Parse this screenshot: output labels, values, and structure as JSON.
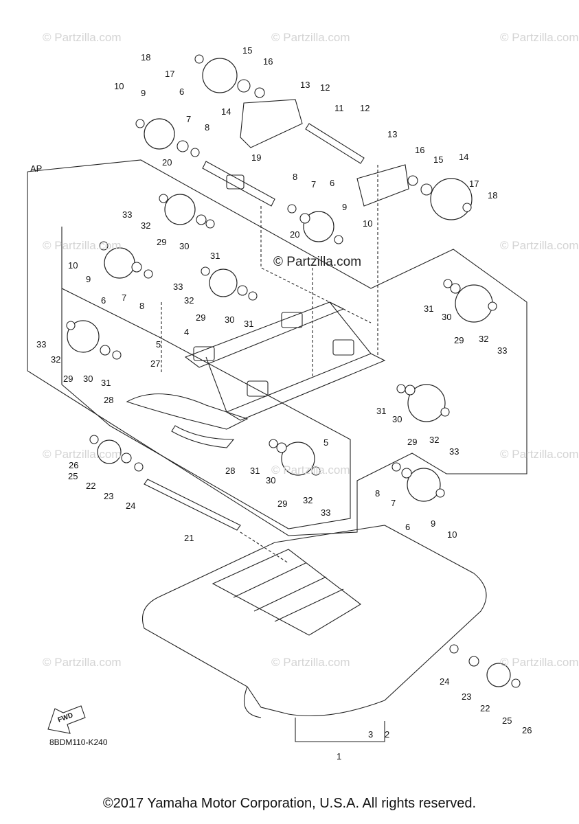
{
  "watermark": "© Partzilla.com",
  "diagram_id": "8BDM110-K240",
  "section_label": "AP",
  "fwd_label": "FWD",
  "copyright": "©2017 Yamaha Motor Corporation, U.S.A. All rights reserved.",
  "callouts": [
    "18",
    "17",
    "15",
    "16",
    "10",
    "9",
    "6",
    "14",
    "7",
    "8",
    "13",
    "12",
    "11",
    "12",
    "13",
    "20",
    "19",
    "16",
    "15",
    "14",
    "8",
    "7",
    "6",
    "33",
    "32",
    "17",
    "18",
    "29",
    "9",
    "10",
    "20",
    "10",
    "30",
    "31",
    "9",
    "6",
    "7",
    "8",
    "33",
    "32",
    "29",
    "30",
    "31",
    "31",
    "30",
    "29",
    "32",
    "33",
    "33",
    "32",
    "29",
    "30",
    "31",
    "5",
    "4",
    "27",
    "28",
    "31",
    "30",
    "29",
    "32",
    "33",
    "5",
    "26",
    "25",
    "22",
    "23",
    "24",
    "28",
    "31",
    "30",
    "29",
    "32",
    "33",
    "8",
    "7",
    "6",
    "9",
    "10",
    "21",
    "24",
    "23",
    "22",
    "25",
    "26",
    "3",
    "2",
    "1"
  ]
}
